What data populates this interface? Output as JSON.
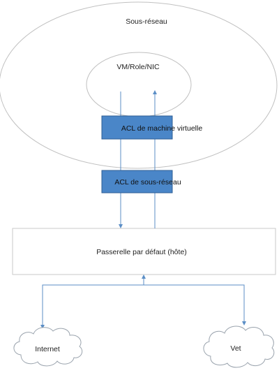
{
  "subnet": {
    "label": "Sous-réseau"
  },
  "vm": {
    "label": "VM/Role/NIC"
  },
  "vm_acl": {
    "label": "ACL de machine virtuelle"
  },
  "subnet_acl": {
    "label": "ACL de sous-réseau"
  },
  "gateway": {
    "label": "Passerelle par défaut (hôte)"
  },
  "internet": {
    "label": "Internet"
  },
  "vnet": {
    "label": "Vet"
  },
  "colors": {
    "outline": "#c0c0c0",
    "acl_fill": "#4a86c8",
    "acl_stroke": "#2e5d93",
    "arrow": "#5b8ec6",
    "cloud_stroke": "#9aa3ad"
  }
}
